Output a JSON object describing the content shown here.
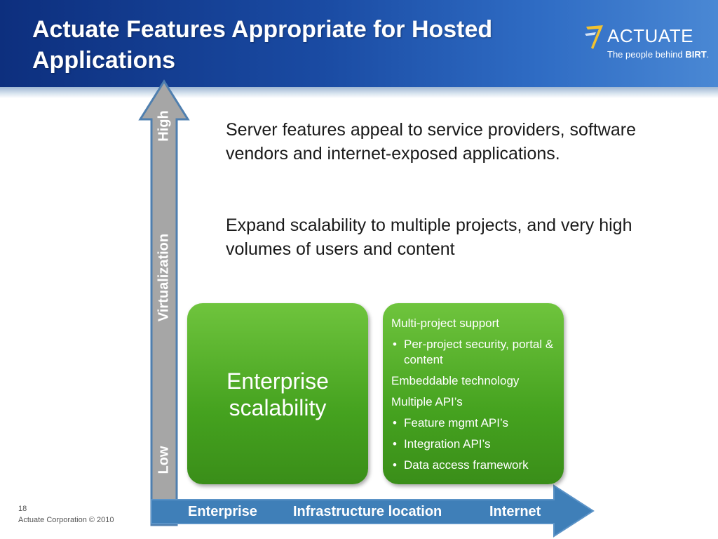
{
  "header": {
    "title": "Actuate Features Appropriate for Hosted Applications",
    "logo": {
      "wordmark": "ACTUATE",
      "tagline": "The people behind",
      "tagline_brand": "BIRT",
      "reg": "."
    }
  },
  "axes": {
    "vertical": {
      "high": "High",
      "middle": "Virtualization",
      "low": "Low"
    },
    "horizontal": {
      "left": "Enterprise",
      "middle": "Infrastructure location",
      "right": "Internet"
    }
  },
  "body": {
    "paragraph_1": "Server features appeal to service providers, software vendors and internet-exposed applications.",
    "paragraph_2": "Expand scalability to multiple projects, and very high volumes of users and content"
  },
  "boxes": {
    "left_title": "Enterprise scalability",
    "right_items": [
      {
        "text": "Multi-project support",
        "bullet": false
      },
      {
        "text": "Per-project security, portal & content",
        "bullet": true
      },
      {
        "text": "Embeddable technology",
        "bullet": false
      },
      {
        "text": "Multiple API’s",
        "bullet": false
      },
      {
        "text": "Feature mgmt API’s",
        "bullet": true
      },
      {
        "text": "Integration API’s",
        "bullet": true
      },
      {
        "text": "Data access framework",
        "bullet": true
      }
    ]
  },
  "footer": {
    "slide_number": "18",
    "copyright": "Actuate Corporation © 2010"
  },
  "colors": {
    "header": "#0d2f7e",
    "axis_fill": "#a6a6a6",
    "axis_stroke": "#4f7faf",
    "horizontal_arrow": "#3f7fb8",
    "box_green": "#45a21f"
  }
}
